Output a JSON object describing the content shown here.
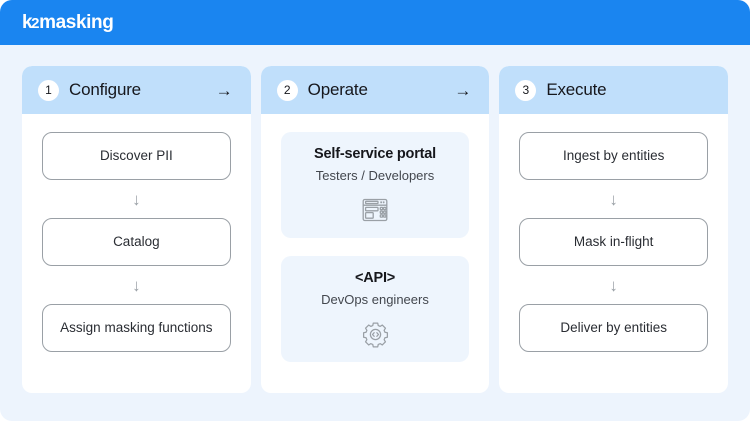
{
  "banner": {
    "logo_k": "k",
    "logo_2": "2",
    "logo_word": "masking",
    "brand_color": "#1a85f0"
  },
  "colors": {
    "page_background": "#edf4fd",
    "panel_background": "#ffffff",
    "header_background": "#c0dffb",
    "card_background": "#eef5fd",
    "box_border": "#9aa0a6",
    "arrow": "#9aa0a6"
  },
  "columns": [
    {
      "step": "1",
      "title": "Configure",
      "arrow": "→",
      "has_arrow": true,
      "type": "flow",
      "steps": [
        {
          "label": "Discover PII"
        },
        {
          "label": "Catalog"
        },
        {
          "label": "Assign masking functions"
        }
      ],
      "connector": "↓"
    },
    {
      "step": "2",
      "title": "Operate",
      "arrow": "→",
      "has_arrow": true,
      "type": "cards",
      "cards": [
        {
          "title": "Self-service portal",
          "subtitle": "Testers / Developers",
          "icon": "dashboard-icon"
        },
        {
          "title": "<API>",
          "subtitle": "DevOps engineers",
          "icon": "gear-code-icon"
        }
      ]
    },
    {
      "step": "3",
      "title": "Execute",
      "arrow": "→",
      "has_arrow": false,
      "type": "flow",
      "steps": [
        {
          "label": "Ingest by entities"
        },
        {
          "label": "Mask in-flight"
        },
        {
          "label": "Deliver by entities"
        }
      ],
      "connector": "↓"
    }
  ]
}
